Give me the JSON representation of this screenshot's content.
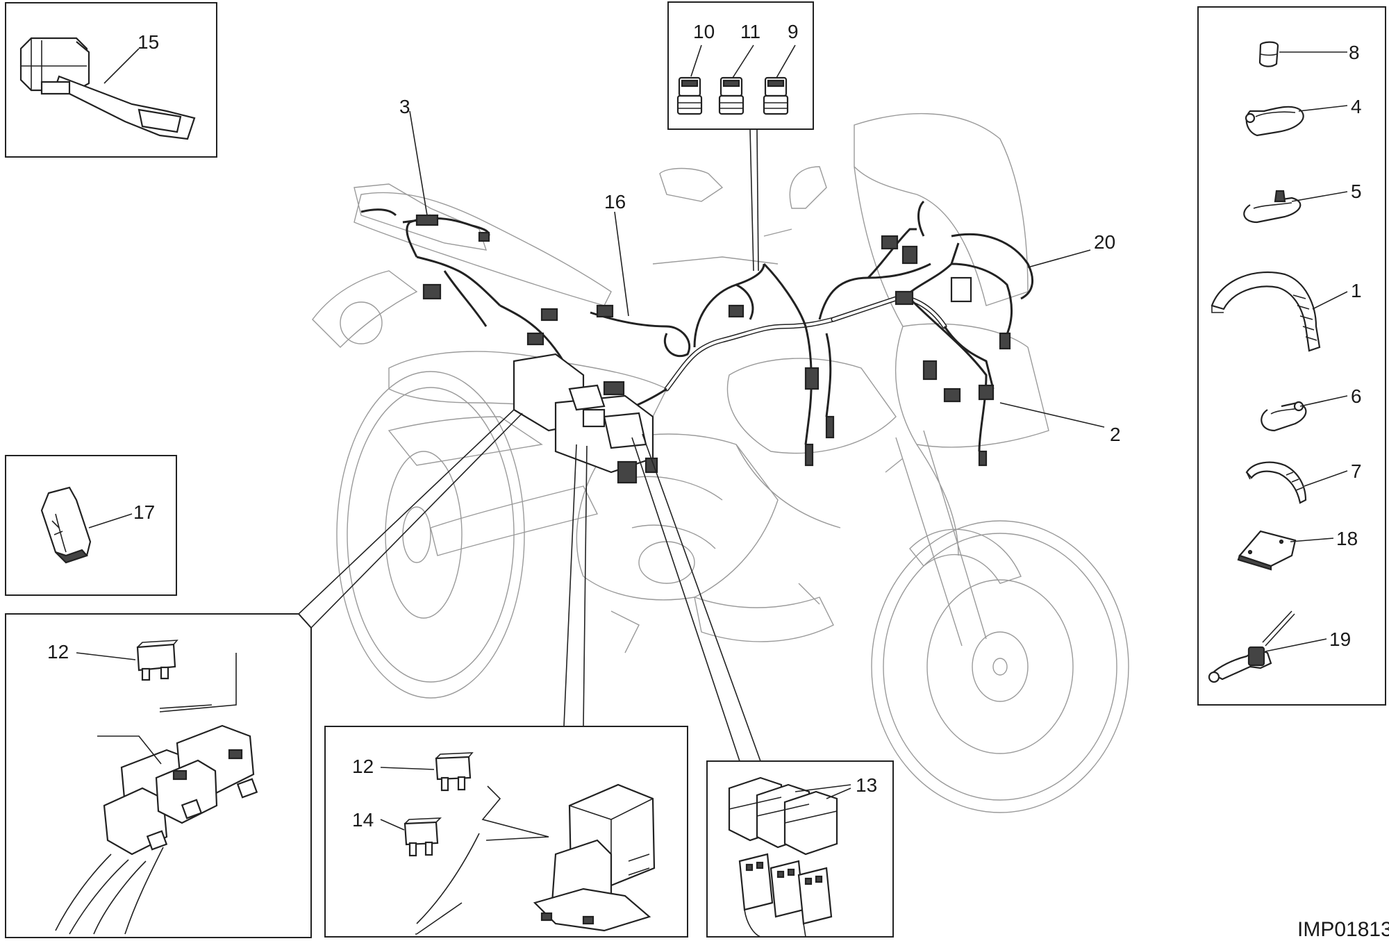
{
  "callouts": {
    "c1": "1",
    "c2": "2",
    "c3": "3",
    "c4": "4",
    "c5": "5",
    "c6": "6",
    "c7": "7",
    "c8": "8",
    "c9": "9",
    "c10": "10",
    "c11": "11",
    "c12a": "12",
    "c12b": "12",
    "c13": "13",
    "c14": "14",
    "c15": "15",
    "c16": "16",
    "c17": "17",
    "c18": "18",
    "c19": "19",
    "c20": "20"
  },
  "drawing_code": "IMP01813"
}
